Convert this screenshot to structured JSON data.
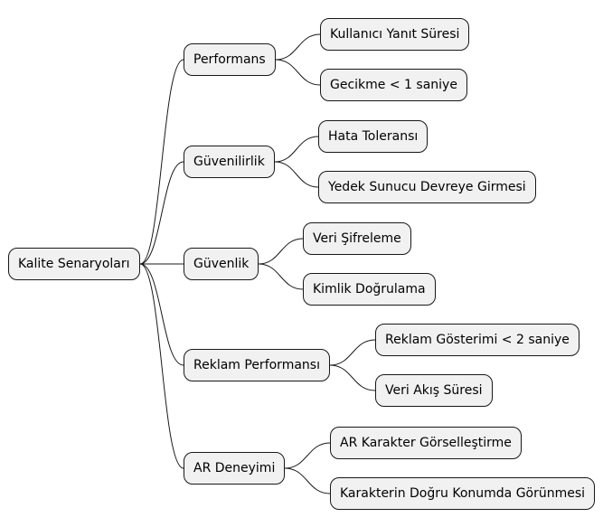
{
  "mindmap": {
    "root": {
      "label": "Kalite Senaryoları"
    },
    "branches": [
      {
        "label": "Performans",
        "children": [
          "Kullanıcı Yanıt Süresi",
          "Gecikme < 1 saniye"
        ]
      },
      {
        "label": "Güvenilirlik",
        "children": [
          "Hata Toleransı",
          "Yedek Sunucu Devreye Girmesi"
        ]
      },
      {
        "label": "Güvenlik",
        "children": [
          "Veri Şifreleme",
          "Kimlik Doğrulama"
        ]
      },
      {
        "label": "Reklam Performansı",
        "children": [
          "Reklam Gösterimi < 2 saniye",
          "Veri Akış Süresi"
        ]
      },
      {
        "label": "AR Deneyimi",
        "children": [
          "AR Karakter Görselleştirme",
          "Karakterin Doğru Konumda Görünmesi"
        ]
      }
    ]
  },
  "colors": {
    "node_fill": "#f1f1f1",
    "node_border": "#181818",
    "edge": "#181818",
    "background": "#ffffff"
  }
}
